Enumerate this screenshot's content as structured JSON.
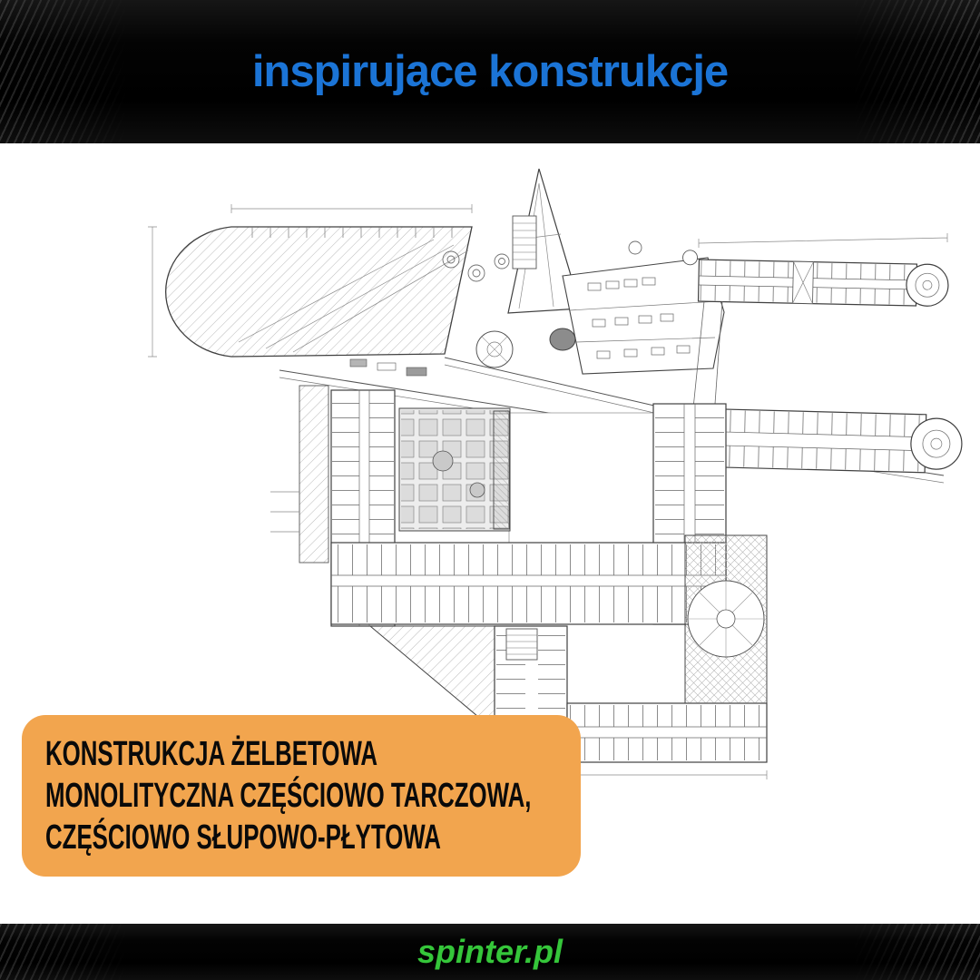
{
  "header": {
    "title": "inspirujące konstrukcje",
    "title_color": "#1b74d6",
    "background_color": "#050505"
  },
  "figure": {
    "kind": "architectural-floor-plan"
  },
  "callout": {
    "background_color": "#f2a54e",
    "text_color": "#0a0a0a",
    "lines": [
      "KONSTRUKCJA ŻELBETOWA",
      "MONOLITYCZNA CZĘŚCIOWO TARCZOWA,",
      "CZĘŚCIOWO SŁUPOWO-PŁYTOWA"
    ]
  },
  "footer": {
    "brand": "spinter.pl",
    "brand_color": "#35c63a",
    "background_color": "#050505"
  }
}
